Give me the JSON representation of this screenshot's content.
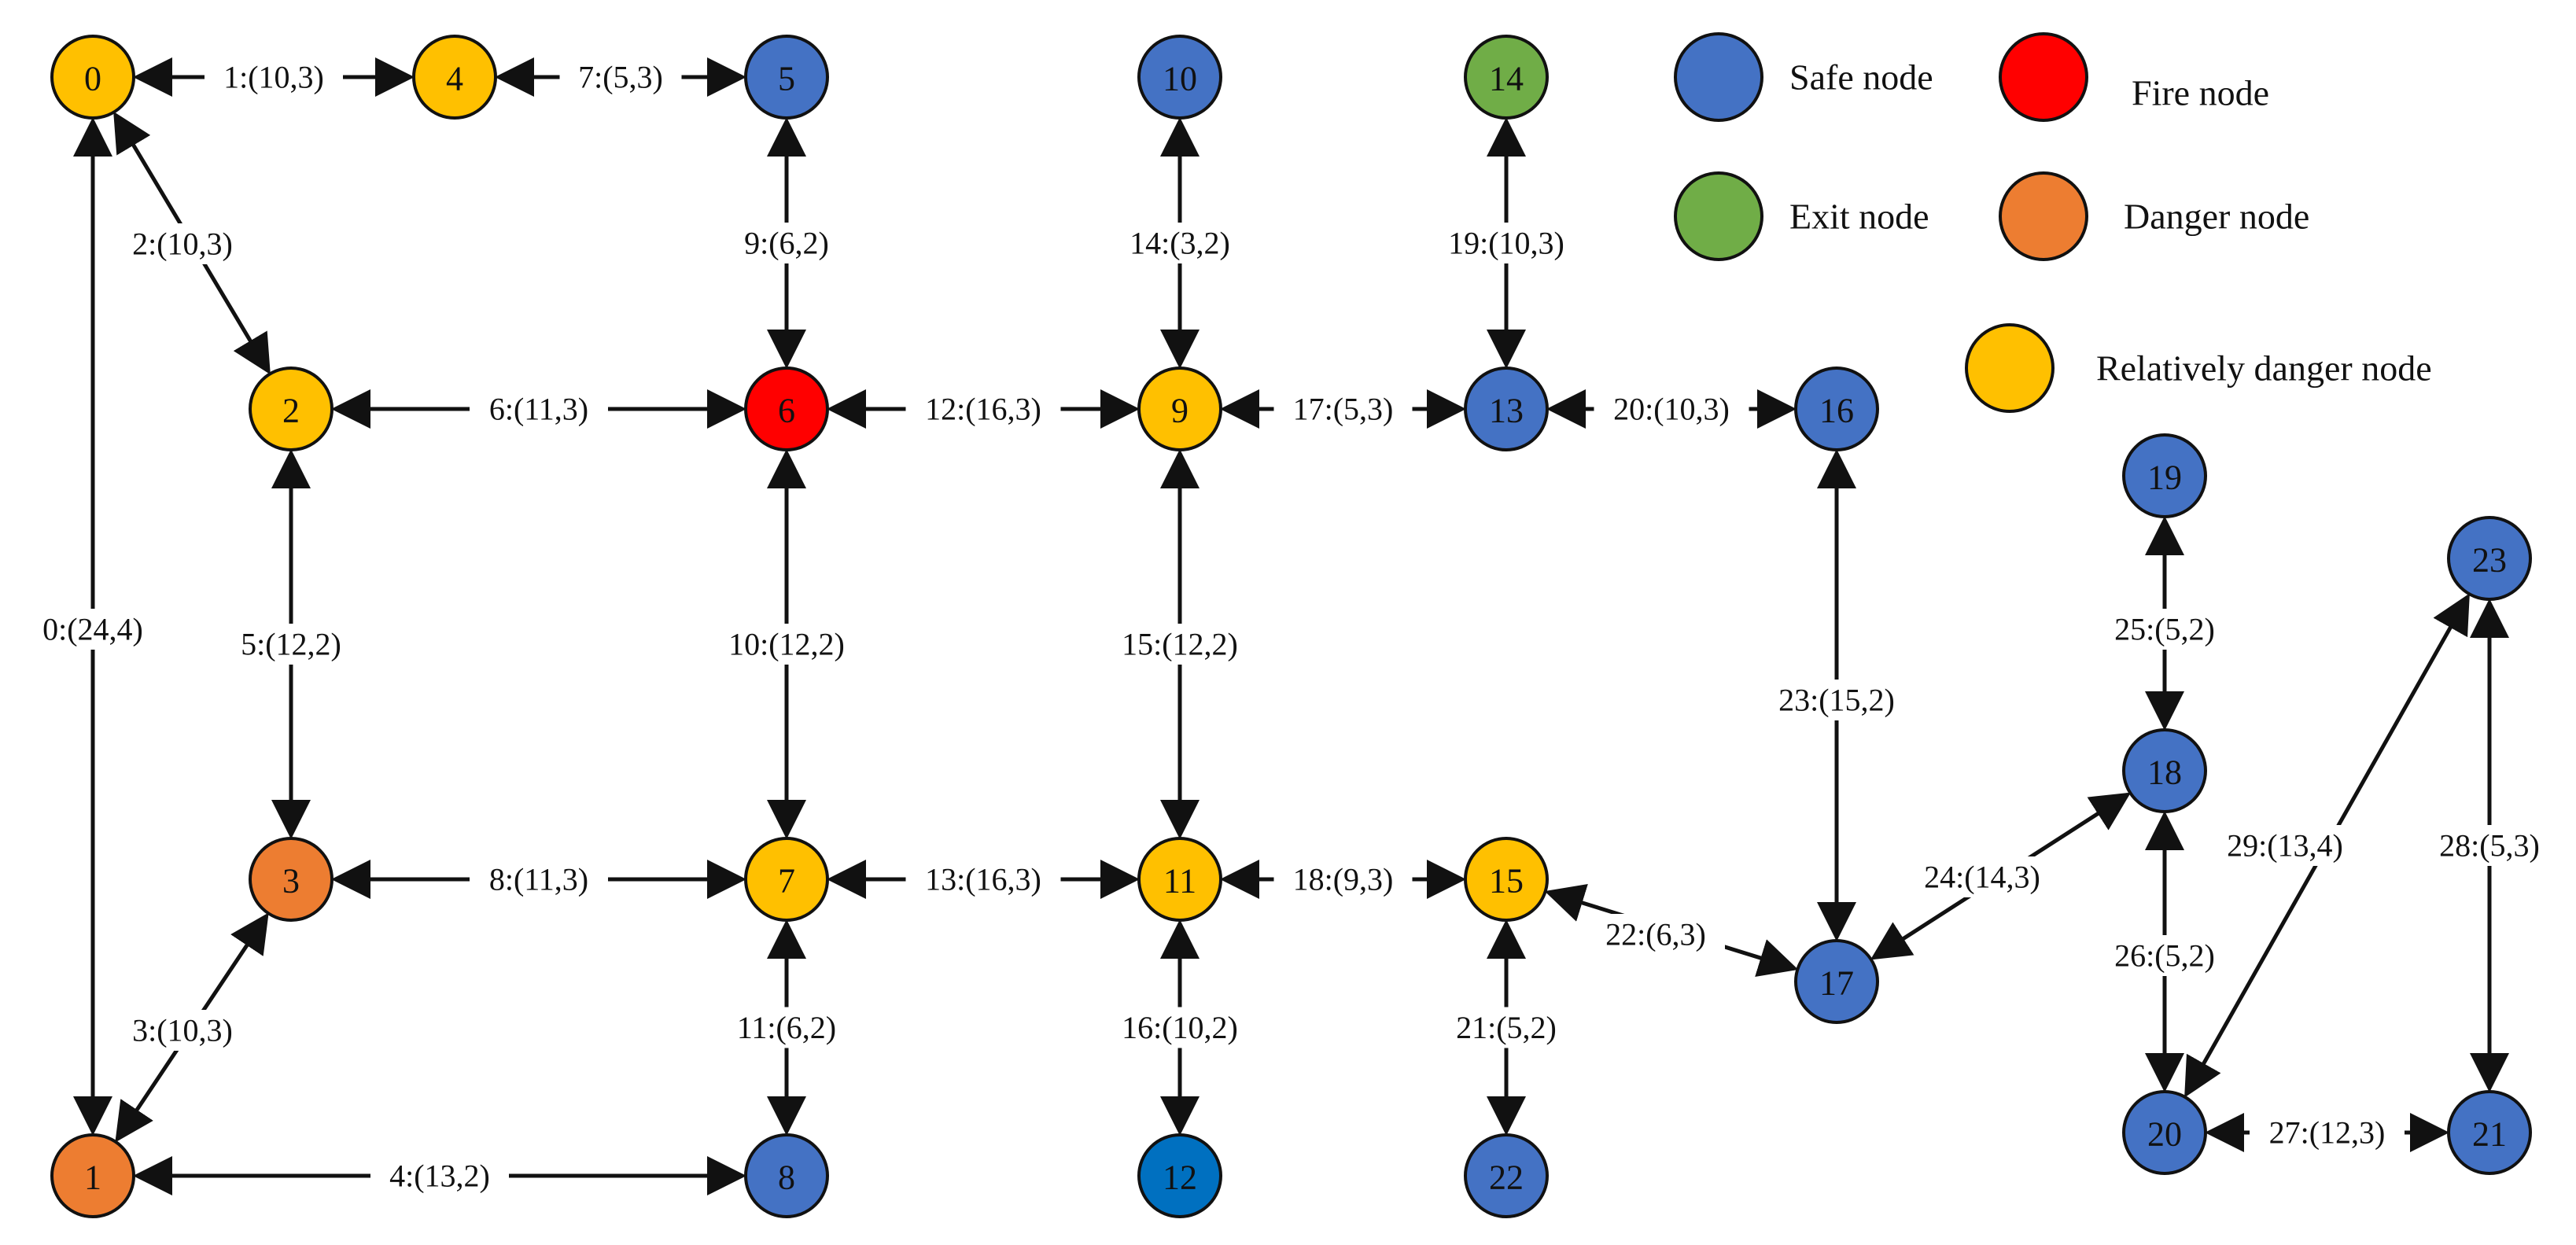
{
  "colors": {
    "safe": "#4472C4",
    "fire": "#FF0000",
    "exit": "#70AD47",
    "danger": "#ED7D31",
    "relative": "#FFC000",
    "deep_blue": "#0070C0"
  },
  "nodes": [
    {
      "id": "0",
      "type": "relative"
    },
    {
      "id": "1",
      "type": "danger"
    },
    {
      "id": "2",
      "type": "relative"
    },
    {
      "id": "3",
      "type": "danger"
    },
    {
      "id": "4",
      "type": "relative"
    },
    {
      "id": "5",
      "type": "safe"
    },
    {
      "id": "6",
      "type": "fire"
    },
    {
      "id": "7",
      "type": "relative"
    },
    {
      "id": "8",
      "type": "safe"
    },
    {
      "id": "9",
      "type": "relative"
    },
    {
      "id": "10",
      "type": "safe"
    },
    {
      "id": "11",
      "type": "relative"
    },
    {
      "id": "12",
      "type": "deep_blue"
    },
    {
      "id": "13",
      "type": "safe"
    },
    {
      "id": "14",
      "type": "exit"
    },
    {
      "id": "15",
      "type": "relative"
    },
    {
      "id": "16",
      "type": "safe"
    },
    {
      "id": "17",
      "type": "safe"
    },
    {
      "id": "18",
      "type": "safe"
    },
    {
      "id": "19",
      "type": "safe"
    },
    {
      "id": "20",
      "type": "safe"
    },
    {
      "id": "21",
      "type": "safe"
    },
    {
      "id": "22",
      "type": "safe"
    },
    {
      "id": "23",
      "type": "safe"
    }
  ],
  "edges": [
    {
      "from": "0",
      "to": "1",
      "label": "0:(24,4)"
    },
    {
      "from": "0",
      "to": "4",
      "label": "1:(10,3)"
    },
    {
      "from": "0",
      "to": "2",
      "label": "2:(10,3)"
    },
    {
      "from": "1",
      "to": "3",
      "label": "3:(10,3)"
    },
    {
      "from": "1",
      "to": "8",
      "label": "4:(13,2)"
    },
    {
      "from": "2",
      "to": "3",
      "label": "5:(12,2)"
    },
    {
      "from": "2",
      "to": "6",
      "label": "6:(11,3)"
    },
    {
      "from": "4",
      "to": "5",
      "label": "7:(5,3)"
    },
    {
      "from": "3",
      "to": "7",
      "label": "8:(11,3)"
    },
    {
      "from": "5",
      "to": "6",
      "label": "9:(6,2)"
    },
    {
      "from": "6",
      "to": "7",
      "label": "10:(12,2)"
    },
    {
      "from": "7",
      "to": "8",
      "label": "11:(6,2)"
    },
    {
      "from": "6",
      "to": "9",
      "label": "12:(16,3)"
    },
    {
      "from": "7",
      "to": "11",
      "label": "13:(16,3)"
    },
    {
      "from": "9",
      "to": "10",
      "label": "14:(3,2)"
    },
    {
      "from": "9",
      "to": "11",
      "label": "15:(12,2)"
    },
    {
      "from": "11",
      "to": "12",
      "label": "16:(10,2)"
    },
    {
      "from": "9",
      "to": "13",
      "label": "17:(5,3)"
    },
    {
      "from": "11",
      "to": "15",
      "label": "18:(9,3)"
    },
    {
      "from": "13",
      "to": "14",
      "label": "19:(10,3)"
    },
    {
      "from": "13",
      "to": "16",
      "label": "20:(10,3)"
    },
    {
      "from": "15",
      "to": "22",
      "label": "21:(5,2)"
    },
    {
      "from": "15",
      "to": "17",
      "label": "22:(6,3)"
    },
    {
      "from": "16",
      "to": "17",
      "label": "23:(15,2)"
    },
    {
      "from": "17",
      "to": "18",
      "label": "24:(14,3)"
    },
    {
      "from": "18",
      "to": "19",
      "label": "25:(5,2)"
    },
    {
      "from": "18",
      "to": "20",
      "label": "26:(5,2)"
    },
    {
      "from": "20",
      "to": "21",
      "label": "27:(12,3)"
    },
    {
      "from": "21",
      "to": "23",
      "label": "28:(5,3)"
    },
    {
      "from": "20",
      "to": "23",
      "label": "29:(13,4)"
    }
  ],
  "legend": [
    {
      "type": "safe",
      "label": "Safe node"
    },
    {
      "type": "fire",
      "label": "Fire node"
    },
    {
      "type": "exit",
      "label": "Exit node"
    },
    {
      "type": "danger",
      "label": "Danger node"
    },
    {
      "type": "relative",
      "label": "Relatively danger node"
    }
  ]
}
